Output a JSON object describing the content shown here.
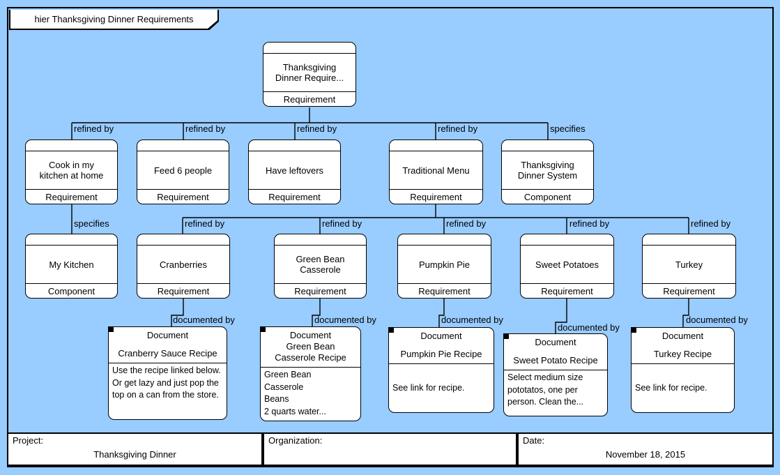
{
  "frame": {
    "label": "hier Thanksgiving Dinner Requirements"
  },
  "colors": {
    "background": "#99ccff",
    "node_fill": "#ffffff",
    "line": "#000000"
  },
  "edge_labels": {
    "refined_by": "refined by",
    "specifies": "specifies",
    "documented_by": "documented by"
  },
  "nodes": {
    "root": {
      "name": "Thanksgiving Dinner Require...",
      "type": "Requirement"
    },
    "cook": {
      "name": "Cook in my kitchen at home",
      "type": "Requirement"
    },
    "feed": {
      "name": "Feed 6 people",
      "type": "Requirement"
    },
    "leftovers": {
      "name": "Have leftovers",
      "type": "Requirement"
    },
    "traditional": {
      "name": "Traditional Menu",
      "type": "Requirement"
    },
    "dinner_system": {
      "name": "Thanksgiving Dinner System",
      "type": "Component"
    },
    "kitchen": {
      "name": "My Kitchen",
      "type": "Component"
    },
    "cranberries": {
      "name": "Cranberries",
      "type": "Requirement"
    },
    "green_bean": {
      "name": "Green Bean Casserole",
      "type": "Requirement"
    },
    "pumpkin": {
      "name": "Pumpkin Pie",
      "type": "Requirement"
    },
    "sweet_potatoes": {
      "name": "Sweet Potatoes",
      "type": "Requirement"
    },
    "turkey": {
      "name": "Turkey",
      "type": "Requirement"
    }
  },
  "documents": {
    "cranberry": {
      "kind": "Document",
      "title": "Cranberry Sauce Recipe",
      "body": "Use the recipe linked below. Or get lazy and just pop the top on a can from the store."
    },
    "green_bean": {
      "kind": "Document",
      "title": "Green Bean Casserole Recipe",
      "body": "Green Bean\nCasserole\nBeans\n2 quarts water..."
    },
    "pumpkin": {
      "kind": "Document",
      "title": "Pumpkin Pie Recipe",
      "body": "See link for recipe."
    },
    "sweet_potato": {
      "kind": "Document",
      "title": "Sweet Potato Recipe",
      "body": "Select medium size pototatos, one per person. Clean the..."
    },
    "turkey": {
      "kind": "Document",
      "title": "Turkey Recipe",
      "body": "See link for recipe."
    }
  },
  "footer": {
    "project_label": "Project:",
    "project_value": "Thanksgiving Dinner",
    "organization_label": "Organization:",
    "organization_value": "",
    "date_label": "Date:",
    "date_value": "November 18, 2015"
  }
}
